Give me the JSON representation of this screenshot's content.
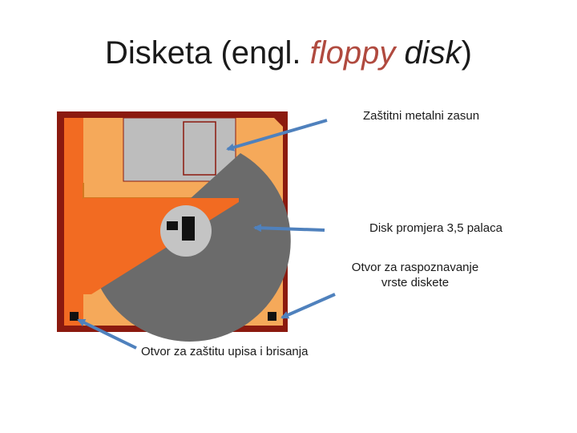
{
  "title": {
    "prefix": "Disketa (engl. ",
    "italic_colored": "floppy",
    "space": " ",
    "italic": "disk",
    "suffix": ")"
  },
  "labels": {
    "shutter": "Zaštitni metalni zasun",
    "disk": "Disk promjera 3,5 palaca",
    "type_hole": "Otvor za raspoznavanje vrste diskete",
    "write_protect": "Otvor za zaštitu upisa i brisanja"
  },
  "colors": {
    "outline": "#8b1a0f",
    "body_orange": "#f5a95a",
    "dark_orange": "#f26b22",
    "shutter_gray": "#bdbdbd",
    "disk_gray": "#6b6b6b",
    "hub_gray": "#c4c4c4",
    "arrow_blue": "#4f81bd"
  }
}
